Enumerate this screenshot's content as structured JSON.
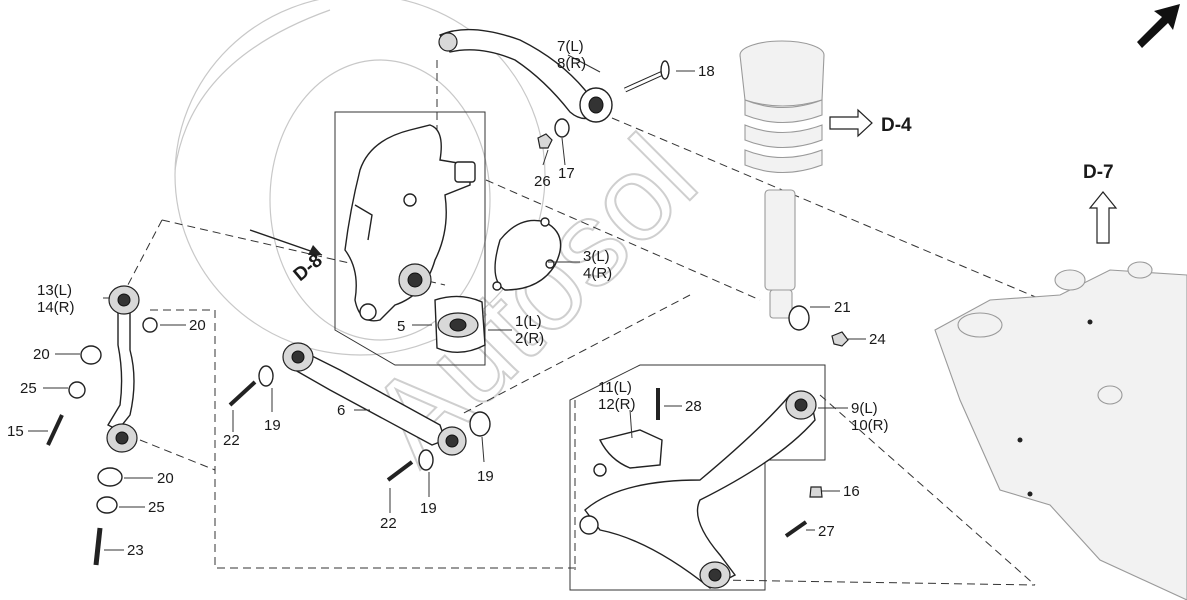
{
  "callouts": {
    "c7_8": [
      "7(L)",
      "8(R)"
    ],
    "c18": "18",
    "c26": "26",
    "c17": "17",
    "c3_4": [
      "3(L)",
      "4(R)"
    ],
    "c5": "5",
    "c1_2": [
      "1(L)",
      "2(R)"
    ],
    "c13_14": [
      "13(L)",
      "14(R)"
    ],
    "c20a": "20",
    "c20b": "20",
    "c20c": "20",
    "c25a": "25",
    "c25b": "25",
    "c15": "15",
    "c23": "23",
    "c22a": "22",
    "c22b": "22",
    "c19a": "19",
    "c19b": "19",
    "c19c": "19",
    "c6": "6",
    "c11_12": [
      "11(L)",
      "12(R)"
    ],
    "c28": "28",
    "c9_10": [
      "9(L)",
      "10(R)"
    ],
    "c16": "16",
    "c27": "27",
    "c21": "21",
    "c24": "24"
  },
  "refs": {
    "d4": "D-4",
    "d7": "D-7",
    "d8": "D-8"
  },
  "icons": [
    "north-arrow-icon"
  ],
  "colors": {
    "line": "#222222",
    "watermark": "#cfcfcf"
  }
}
